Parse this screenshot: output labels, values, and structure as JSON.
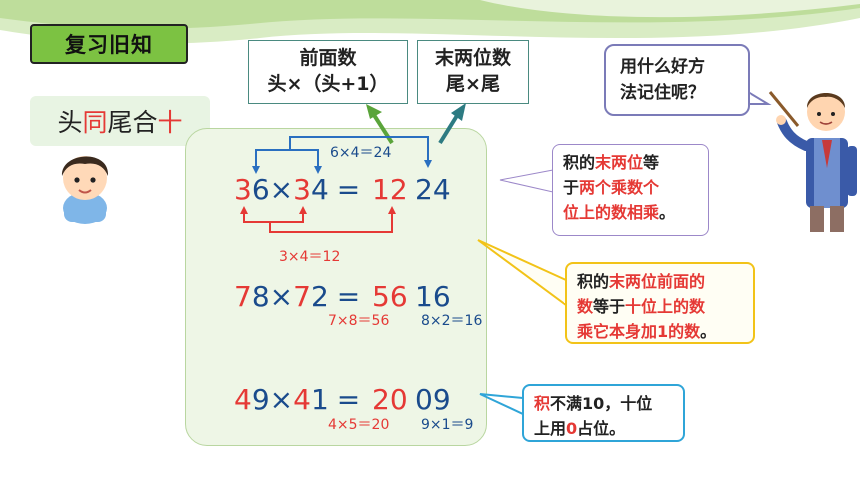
{
  "header": {
    "title": "复习旧知"
  },
  "rule": {
    "part1": "头",
    "part2": "同",
    "part3": "尾合",
    "part4": "十"
  },
  "head_boxes": {
    "front_line1": "前面数",
    "front_line2": "头×（头+1）",
    "tail_line1": "末两位数",
    "tail_line2": "尾×尾"
  },
  "examples": [
    {
      "a_head": "3",
      "a_tail": "6",
      "op": "×",
      "b_head": "3",
      "b_tail": "4",
      "eq": "=",
      "front": "12",
      "back": "24",
      "front_calc": "3×4＝12",
      "back_calc": "6×4＝24"
    },
    {
      "a_head": "7",
      "a_tail": "8",
      "op": "×",
      "b_head": "7",
      "b_tail": "2",
      "eq": "=",
      "front": "56",
      "back": "16",
      "front_calc": "7×8＝56",
      "back_calc": "8×2＝16"
    },
    {
      "a_head": "4",
      "a_tail": "9",
      "op": "×",
      "b_head": "4",
      "b_tail": "1",
      "eq": "=",
      "front": "20",
      "back": "09",
      "front_calc": "4×5＝20",
      "back_calc": "9×1＝9"
    }
  ],
  "bubbles": {
    "ask_line1": "用什么好方",
    "ask_line2": "法记住呢？",
    "b1": {
      "t1": "积的",
      "t2": "末两位",
      "t3": "等",
      "t4": "于",
      "t5": "两个乘数个",
      "t6": "位上的数相乘",
      "t7": "。"
    },
    "b2": {
      "t1": "积的",
      "t2": "末两位前面的",
      "t3": "数",
      "t4": "等于",
      "t5": "十位上的数",
      "t6": "乘它本身加1的数",
      "t7": "。"
    },
    "b3": {
      "t1": "积",
      "t2": "不满10，十位",
      "t3": "上用",
      "t4": "0",
      "t5": "占位。"
    }
  },
  "colors": {
    "accent_green": "#7cc242",
    "digit_red": "#e53935",
    "digit_blue": "#1a4b8c"
  }
}
